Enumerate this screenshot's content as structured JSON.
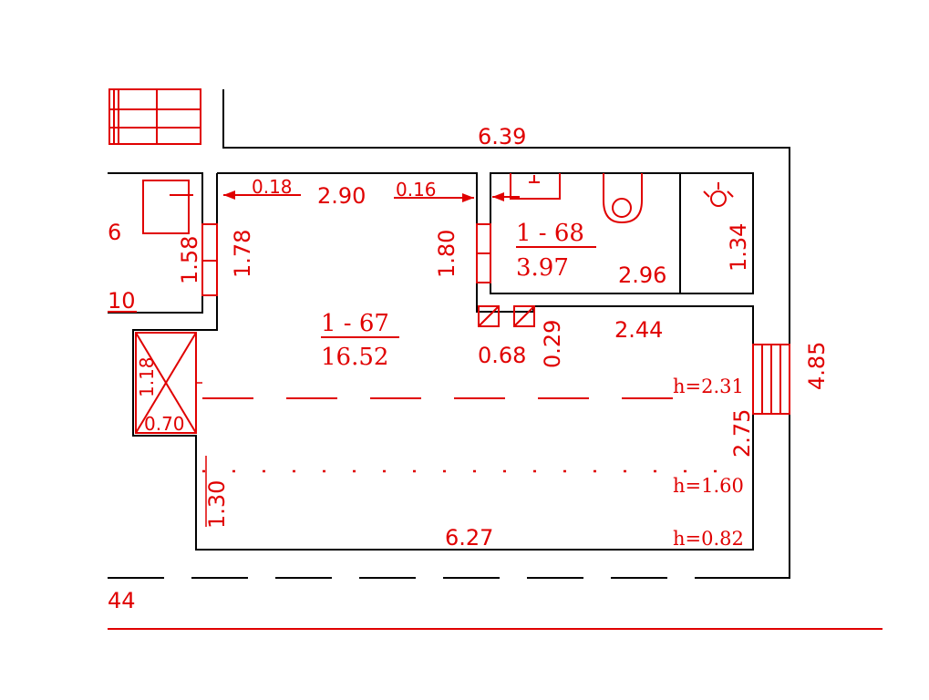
{
  "rooms": [
    {
      "id": "1 - 67",
      "area": "16.52"
    },
    {
      "id": "1 - 68",
      "area": "3.97"
    }
  ],
  "dimensions": {
    "top_outer": "6.39",
    "corridor_width": "2.90",
    "door_left": "0.18",
    "door_right": "0.16",
    "left_wall_a": "1.58",
    "left_wall_b": "1.78",
    "middle_wall": "1.80",
    "bath_width": "2.96",
    "bath_height": "1.34",
    "shaft_width": "0.68",
    "shaft_depth": "0.29",
    "right_room_width": "2.44",
    "outer_height": "4.85",
    "window_height": "2.75",
    "small_a": "1.18",
    "small_b": "0.70",
    "bottom_height": "1.30",
    "bottom_width": "6.27",
    "edge_left_top": "6",
    "edge_left_mid": "10",
    "edge_left_bottom": "44"
  },
  "heights": {
    "h1": "h=2.31",
    "h2": "h=1.60",
    "h3": "h=0.82"
  }
}
